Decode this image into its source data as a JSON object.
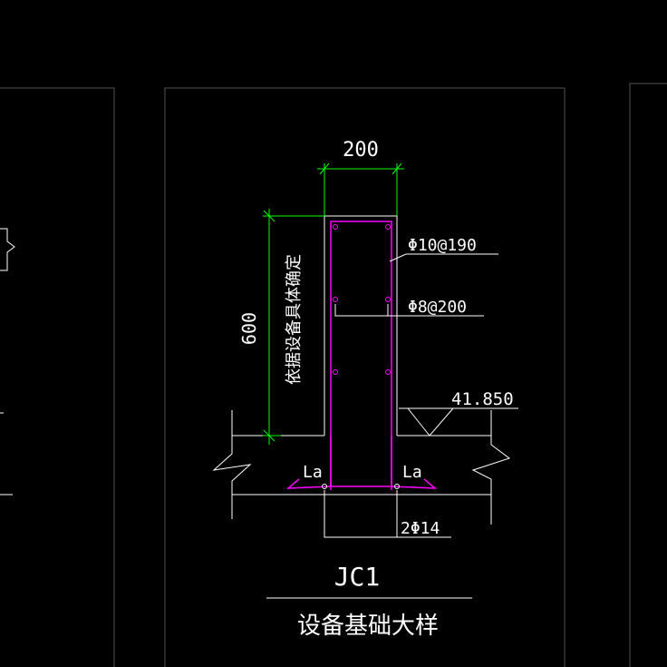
{
  "drawing": {
    "dimensions": {
      "width_label": "200",
      "height_label": "600",
      "height_note": "依据设备具体确定"
    },
    "rebar": {
      "stirrup_label": "Φ10@190",
      "distribution_label": "Φ8@200",
      "bottom_bar_label": "2Φ14",
      "anchor_left_label": "La",
      "anchor_right_label": "La"
    },
    "elevation_label": "41.850",
    "title": {
      "code": "JC1",
      "name": "设备基础大样"
    }
  },
  "colors": {
    "background": "#000000",
    "outline": "#ffffff",
    "dimension": "#00ff00",
    "rebar": "#ff00ff",
    "frame": "#555555"
  }
}
